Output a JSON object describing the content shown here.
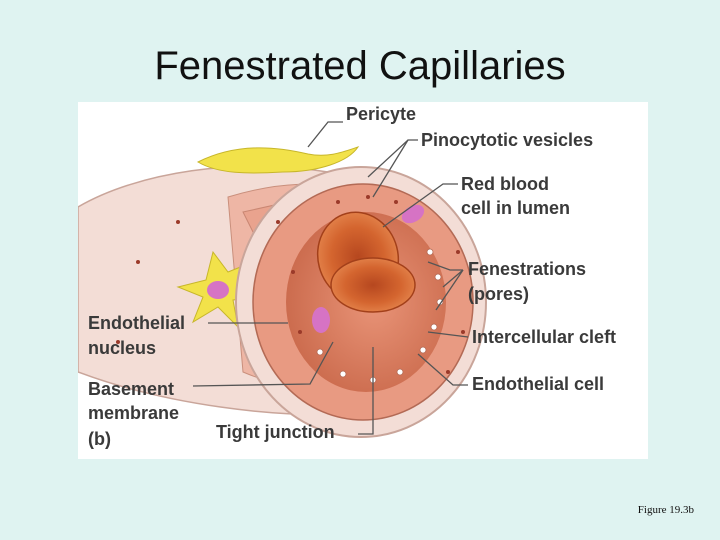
{
  "slide": {
    "title": "Fenestrated Capillaries",
    "caption": "Figure 19.3b"
  },
  "diagram": {
    "labels": {
      "pericyte": "Pericyte",
      "pinocytotic_vesicles": "Pinocytotic vesicles",
      "red_blood_cell_line1": "Red blood",
      "red_blood_cell_line2": "cell in lumen",
      "fenestrations_line1": "Fenestrations",
      "fenestrations_line2": "(pores)",
      "intercellular_cleft": "Intercellular cleft",
      "endothelial_cell": "Endothelial cell",
      "endothelial_nucleus_line1": "Endothelial",
      "endothelial_nucleus_line2": "nucleus",
      "basement_membrane_line1": "Basement",
      "basement_membrane_line2": "membrane",
      "tight_junction": "Tight junction",
      "panel_letter": "(b)"
    },
    "colors": {
      "tube_wall": "#f3ddd6",
      "endothelium": "#e89a82",
      "lumen": "#d97a5c",
      "red_blood_cell": "#c9552a",
      "pericyte": "#f2e24a",
      "nucleus": "#d673c4",
      "leader_line": "#555555"
    }
  }
}
